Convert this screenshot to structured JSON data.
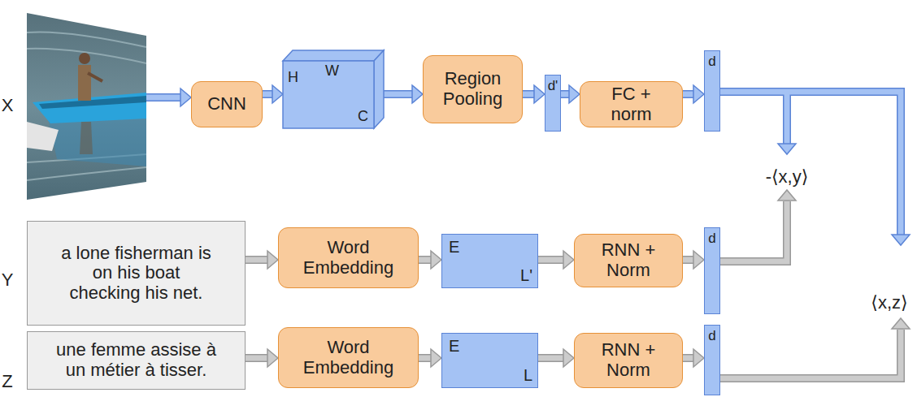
{
  "diagram": {
    "nodes": [
      {
        "text": [
          "CNN"
        ]
      },
      {
        "text": [
          "W",
          "H",
          "C"
        ]
      },
      {
        "text": [
          "Region Pooling"
        ]
      },
      {
        "text": [
          "d'"
        ]
      },
      {
        "text": [
          "FC + norm"
        ]
      },
      {
        "text": [
          "d"
        ]
      },
      {
        "text": [
          "a lone fisherman is on his boat checking his net."
        ]
      },
      {
        "text": [
          "Word Embedding"
        ]
      },
      {
        "text": [
          "E",
          "L'"
        ]
      },
      {
        "text": [
          "RNN + Norm"
        ]
      },
      {
        "text": [
          "d"
        ]
      },
      {
        "text": [
          "une femme assise à un métier à tisser."
        ]
      },
      {
        "text": [
          "Word Embedding"
        ]
      },
      {
        "text": [
          "E",
          "L"
        ]
      },
      {
        "text": [
          "RNN + Norm"
        ]
      },
      {
        "text": [
          "d"
        ]
      }
    ],
    "edges": [
      {
        "from": 0,
        "to": 1,
        "arrow": "to"
      },
      {
        "from": 1,
        "to": 2,
        "arrow": "to"
      },
      {
        "from": 2,
        "to": 3,
        "arrow": "to"
      },
      {
        "from": 3,
        "to": 4,
        "arrow": "to"
      },
      {
        "from": 4,
        "to": 5,
        "arrow": "to"
      },
      {
        "from": 6,
        "to": 7,
        "arrow": "to"
      },
      {
        "from": 7,
        "to": 8,
        "arrow": "to"
      },
      {
        "from": 8,
        "to": 9,
        "arrow": "to"
      },
      {
        "from": 9,
        "to": 10,
        "arrow": "to"
      },
      {
        "from": 11,
        "to": 12,
        "arrow": "to"
      },
      {
        "from": 12,
        "to": 13,
        "arrow": "to"
      },
      {
        "from": 13,
        "to": 14,
        "arrow": "to"
      },
      {
        "from": 14,
        "to": 15,
        "arrow": "to"
      }
    ],
    "labels": [
      "X",
      "Y",
      "Z",
      "-⟨x,y⟩",
      "⟨x,z⟩"
    ]
  }
}
